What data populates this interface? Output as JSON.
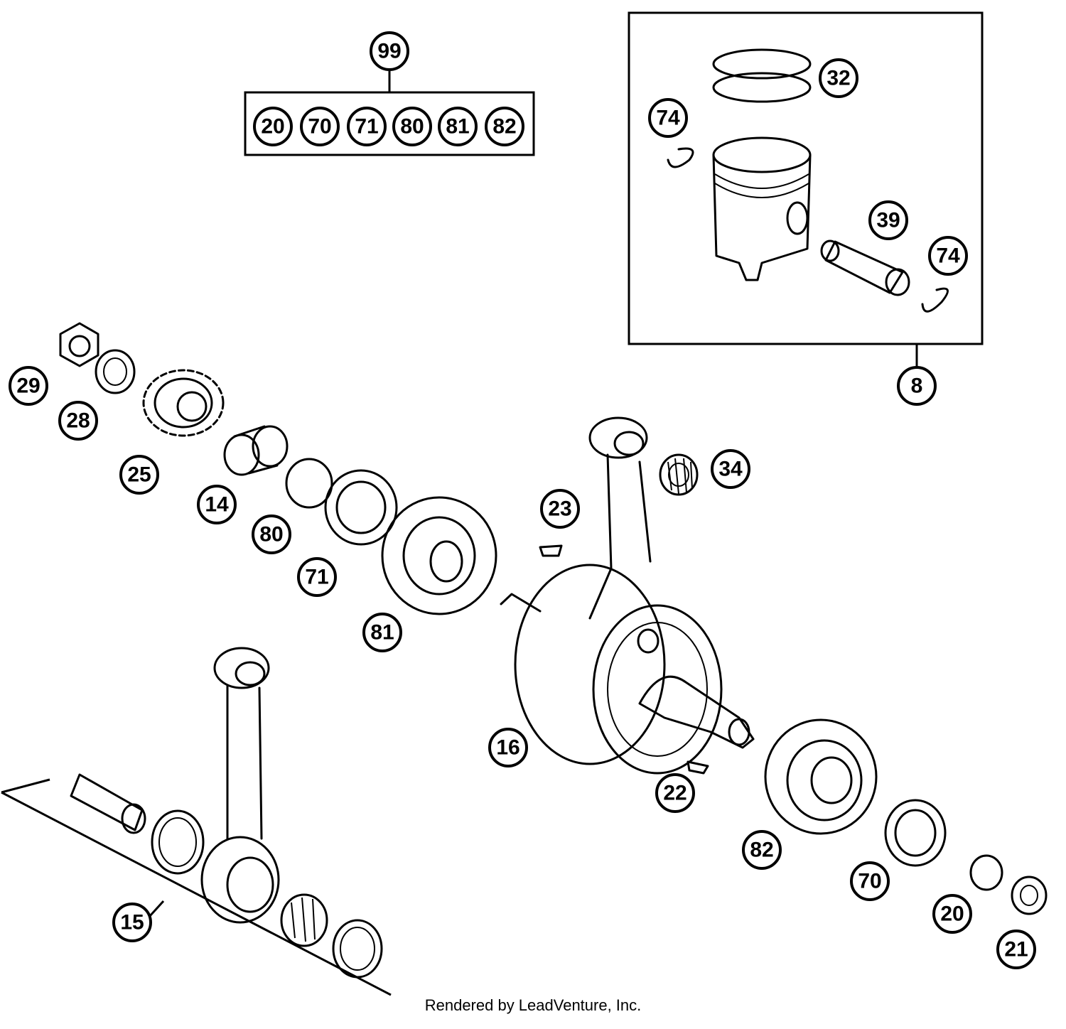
{
  "diagram": {
    "callouts": {
      "c99": "99",
      "k20": "20",
      "k70": "70",
      "k71": "71",
      "k80": "80",
      "k81": "81",
      "k82": "82",
      "c32": "32",
      "c74a": "74",
      "c39": "39",
      "c74b": "74",
      "c8": "8",
      "c29": "29",
      "c28": "28",
      "c25": "25",
      "c14": "14",
      "c80": "80",
      "c71": "71",
      "c81": "81",
      "c23": "23",
      "c34": "34",
      "c16": "16",
      "c15": "15",
      "c22": "22",
      "c82": "82",
      "c70": "70",
      "c20": "20",
      "c21": "21"
    }
  },
  "footer": {
    "credit": "Rendered by LeadVenture, Inc."
  }
}
